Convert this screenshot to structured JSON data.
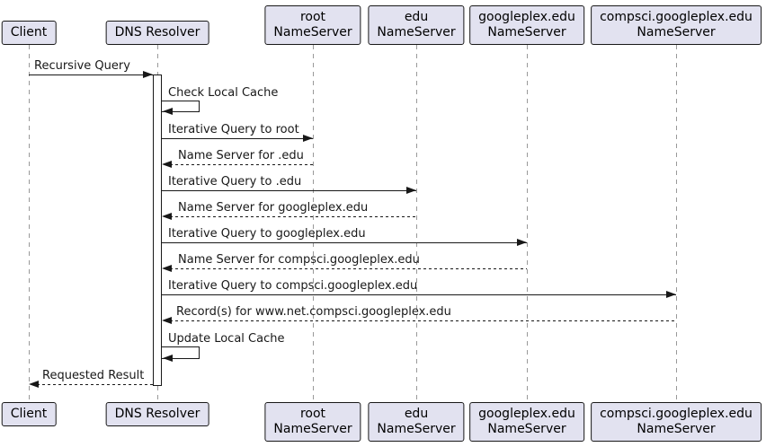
{
  "diagram_type": "uml-sequence-diagram",
  "colors": {
    "participant_fill": "#E2E2F0",
    "participant_border": "#181818",
    "message_line": "#181818",
    "lifeline": "#999999",
    "background": "#FFFFFF"
  },
  "participants": [
    {
      "id": "client",
      "label": "Client"
    },
    {
      "id": "dns-resolver",
      "label": "DNS Resolver"
    },
    {
      "id": "root-nameserver",
      "label": "root\nNameServer"
    },
    {
      "id": "edu-nameserver",
      "label": "edu\nNameServer"
    },
    {
      "id": "googleplex-nameserver",
      "label": "googleplex.edu\nNameServer"
    },
    {
      "id": "compsci-nameserver",
      "label": "compsci.googleplex.edu\nNameServer"
    }
  ],
  "messages": [
    {
      "text": "Recursive Query",
      "from": "client",
      "to": "dns-resolver",
      "style": "solid"
    },
    {
      "text": "Check Local Cache",
      "from": "dns-resolver",
      "to": "dns-resolver",
      "style": "self"
    },
    {
      "text": "Iterative Query to root",
      "from": "dns-resolver",
      "to": "root-nameserver",
      "style": "solid"
    },
    {
      "text": "Name Server for .edu",
      "from": "root-nameserver",
      "to": "dns-resolver",
      "style": "dashed"
    },
    {
      "text": "Iterative Query to .edu",
      "from": "dns-resolver",
      "to": "edu-nameserver",
      "style": "solid"
    },
    {
      "text": "Name Server for googleplex.edu",
      "from": "edu-nameserver",
      "to": "dns-resolver",
      "style": "dashed"
    },
    {
      "text": "Iterative Query to googleplex.edu",
      "from": "dns-resolver",
      "to": "googleplex-nameserver",
      "style": "solid"
    },
    {
      "text": "Name Server for compsci.googleplex.edu",
      "from": "googleplex-nameserver",
      "to": "dns-resolver",
      "style": "dashed"
    },
    {
      "text": "Iterative Query to compsci.googleplex.edu",
      "from": "dns-resolver",
      "to": "compsci-nameserver",
      "style": "solid"
    },
    {
      "text": "Record(s) for www.net.compsci.googleplex.edu",
      "from": "compsci-nameserver",
      "to": "dns-resolver",
      "style": "dashed"
    },
    {
      "text": "Update Local Cache",
      "from": "dns-resolver",
      "to": "dns-resolver",
      "style": "self"
    },
    {
      "text": "Requested Result",
      "from": "dns-resolver",
      "to": "client",
      "style": "dashed"
    }
  ]
}
